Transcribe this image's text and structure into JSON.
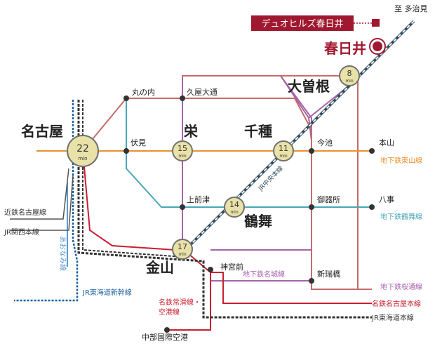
{
  "colors": {
    "higashiyama": "#e8912e",
    "tsurumai": "#4aa6b7",
    "meijo": "#a564a9",
    "sakuradori": "#c66b6b",
    "meitetsu": "#c8202f",
    "chuo": "#2f4c5d",
    "tokaido": "#1b5f9c",
    "aonami": "#5b9bd0",
    "kansai": "#8a8a8a",
    "station_fill": "#e9e2a8",
    "station_ring": "#707070",
    "kasugai": "#a01830",
    "callout_bg": "#a01830"
  },
  "callout": {
    "label": "デュオヒルズ春日井"
  },
  "destinations": {
    "tajimi": "至 多治見"
  },
  "minute_unit": "min",
  "major_stations": {
    "nagoya": {
      "name": "名古屋",
      "minutes": "22"
    },
    "sakae": {
      "name": "栄",
      "minutes": "15"
    },
    "chikusa": {
      "name": "千種",
      "minutes": "11"
    },
    "tsurumai": {
      "name": "鶴舞",
      "minutes": "14"
    },
    "kanayama": {
      "name": "金山",
      "minutes": "17"
    },
    "ozone": {
      "name": "大曽根",
      "minutes": "8"
    },
    "kasugai": {
      "name": "春日井"
    }
  },
  "stations": {
    "marunouchi": "丸の内",
    "hisaya_odori": "久屋大通",
    "fushimi": "伏見",
    "imaike": "今池",
    "motoyama": "本山",
    "kamimaezu": "上前津",
    "gokiso": "御器所",
    "yagoto": "八事",
    "jingumae": "神宮前",
    "aratamabashi": "新瑞橋",
    "chubu_airport": "中部国際空港"
  },
  "line_labels": {
    "higashiyama": "地下鉄東山線",
    "tsurumai": "地下鉄鶴舞線",
    "meijo": "地下鉄名城線",
    "sakuradori": "地下鉄桜通線",
    "meitetsu_nagoya": "名鉄名古屋本線",
    "tokaido_main": "JR東海道本線",
    "tokaido_shinkansen": "JR東海道新幹線",
    "aonami": "あおなみ線",
    "kintetsu": "近鉄名古屋線",
    "kansai": "JR関西本線",
    "chuo": "JR中央本線",
    "tokoname_1": "名鉄常滑線・",
    "tokoname_2": "空港線"
  }
}
